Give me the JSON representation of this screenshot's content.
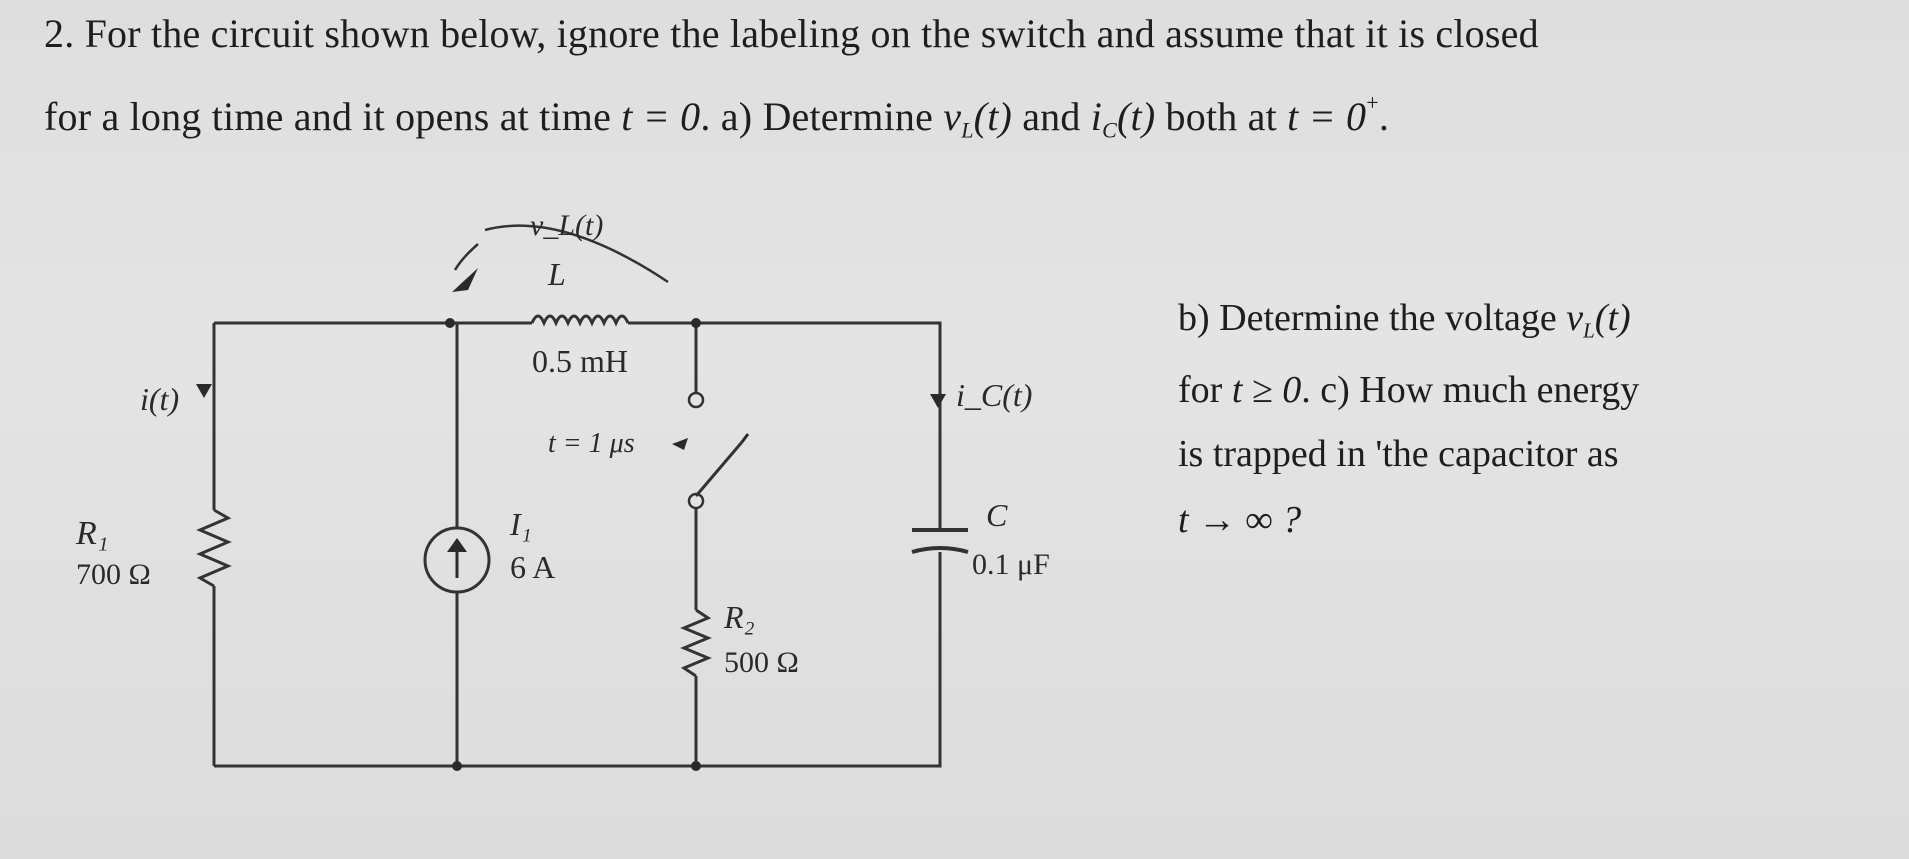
{
  "question": {
    "number": "2.",
    "line1": "For the circuit shown below, ignore the labeling on the switch and assume that it is closed",
    "line2_a": "for a long time and it opens at time ",
    "line2_t0": "t = 0",
    "line2_b": ".  a) Determine ",
    "line2_vL": "v",
    "line2_vL_sub": "L",
    "line2_vL_arg": "(t)",
    "line2_and": " and ",
    "line2_ic": "i",
    "line2_ic_sub": "C",
    "line2_ic_arg": "(t)",
    "line2_both": " both at ",
    "line2_t0p": "t = 0",
    "line2_t0p_sup": "+",
    "line2_end": "."
  },
  "side": {
    "b_pre": "b) Determine the voltage ",
    "b_v": "v",
    "b_sub": "L",
    "b_arg": "(t)",
    "b_for": "for ",
    "b_cond": "t ≥ 0",
    "c_text": ".  c) How much energy",
    "c_line3": "is trapped in 'the capacitor as",
    "c_line4": "t → ∞ ?"
  },
  "circuit": {
    "vL_label": "v_L(t)",
    "inductor_name": "L",
    "inductor_value": "0.5 mH",
    "switch_label": "t = 1 μs",
    "current_label": "i(t)",
    "r1_name": "R₁",
    "r1_value": "700 Ω",
    "source_name": "I₁",
    "source_value": "6 A",
    "r2_name": "R₂",
    "r2_value": "500 Ω",
    "ic_label": "i_C(t)",
    "cap_name": "C",
    "cap_value": "0.1 μF"
  }
}
